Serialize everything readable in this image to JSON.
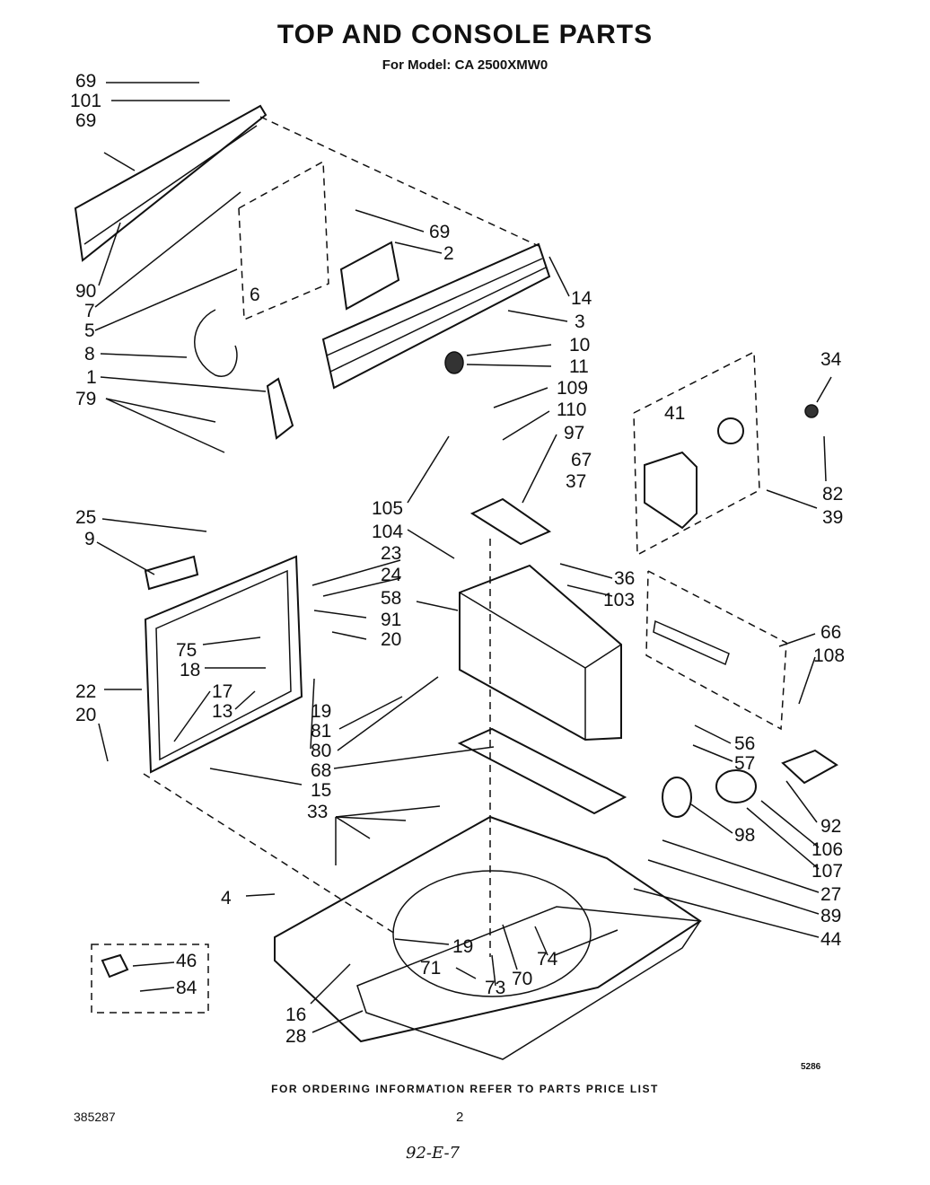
{
  "title": "TOP AND CONSOLE PARTS",
  "subtitle": "For Model: CA 2500XMW0",
  "callouts": {
    "c69a": "69",
    "c101": "101",
    "c69b": "69",
    "c90": "90",
    "c7": "7",
    "c5": "5",
    "c8": "8",
    "c1": "1",
    "c79": "79",
    "c6": "6",
    "c69c": "69",
    "c2": "2",
    "c14": "14",
    "c3": "3",
    "c10": "10",
    "c11": "11",
    "c109": "109",
    "c110": "110",
    "c97": "97",
    "c67": "67",
    "c37": "37",
    "c105": "105",
    "c104": "104",
    "c34": "34",
    "c41": "41",
    "c82": "82",
    "c39": "39",
    "c25": "25",
    "c9": "9",
    "c23": "23",
    "c24": "24",
    "c58": "58",
    "c91": "91",
    "c75": "75",
    "c20a": "20",
    "c18": "18",
    "c22": "22",
    "c17": "17",
    "c13": "13",
    "c20b": "20",
    "c19a": "19",
    "c81": "81",
    "c80": "80",
    "c68": "68",
    "c15": "15",
    "c36": "36",
    "c103": "103",
    "c66": "66",
    "c108": "108",
    "c56": "56",
    "c57": "57",
    "c92": "92",
    "c106": "106",
    "c107": "107",
    "c98": "98",
    "c27": "27",
    "c89": "89",
    "c44": "44",
    "c33": "33",
    "c4": "4",
    "c46": "46",
    "c84": "84",
    "c19b": "19",
    "c71": "71",
    "c73": "73",
    "c70": "70",
    "c74": "74",
    "c16": "16",
    "c28": "28"
  },
  "footer": {
    "note": "FOR ORDERING INFORMATION REFER TO PARTS PRICE LIST",
    "part_number": "385287",
    "page": "2",
    "code": "5286",
    "handwritten": "92-E-7"
  }
}
